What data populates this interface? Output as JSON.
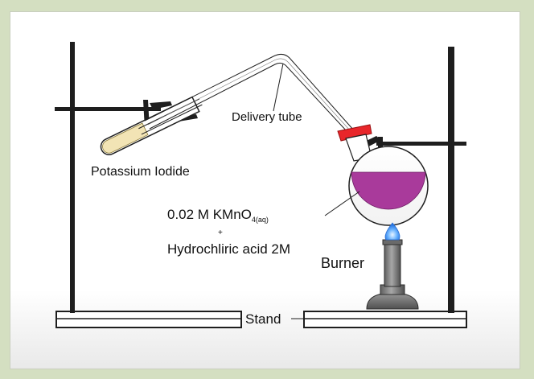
{
  "labels": {
    "delivery_tube": "Delivery tube",
    "potassium_iodide": "Potassium Iodide",
    "kmno4_main": "0.02 M KMnO",
    "kmno4_sub": "4(aq)",
    "plus": "+",
    "acid": "Hydrochliric acid 2M",
    "burner": "Burner",
    "stand": "Stand"
  },
  "colors": {
    "background": "#d4dfc1",
    "solution": "#a93a9b",
    "stopper": "#e8262a",
    "flame": "#4aa3ff",
    "iodide_liquid": "#f2e4b5",
    "stand": "#1e1e1e"
  }
}
